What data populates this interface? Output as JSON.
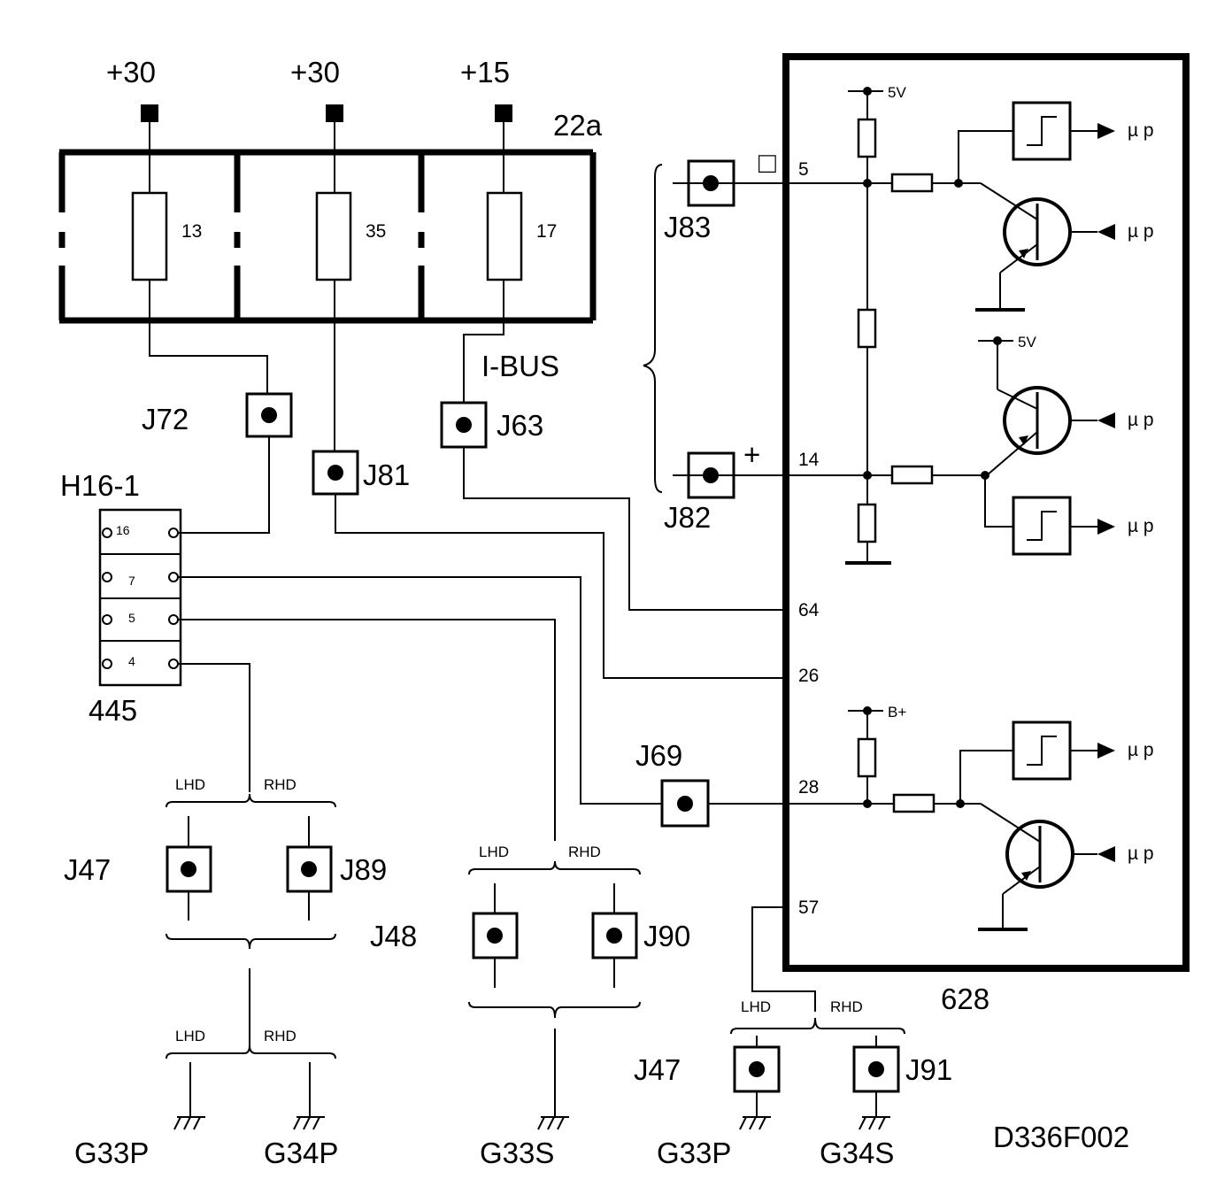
{
  "supply": {
    "v1": "+30",
    "v2": "+30",
    "v3": "+15"
  },
  "fusebox": {
    "label": "22a",
    "fuse1": "13",
    "fuse2": "35",
    "fuse3": "17"
  },
  "bus_label": "I-BUS",
  "connectors": {
    "j72": "J72",
    "j81": "J81",
    "j63": "J63",
    "j83": "J83",
    "j82": "J82",
    "j69": "J69",
    "j47a": "J47",
    "j89": "J89",
    "j48": "J48",
    "j90": "J90",
    "j47b": "J47",
    "j91": "J91"
  },
  "switch_block": {
    "name": "H16-1",
    "number": "445",
    "pins": [
      "16",
      "7",
      "5",
      "4"
    ]
  },
  "module": {
    "number": "628",
    "pins": {
      "p5": "5",
      "p14": "14",
      "p64": "64",
      "p26": "26",
      "p28": "28",
      "p57": "57"
    },
    "supply_5v_a": "5V",
    "supply_5v_b": "5V",
    "supply_bplus": "B+",
    "mu_p": "µ p",
    "polarity_plus": "+",
    "polarity_box": "□"
  },
  "branch": {
    "lhd": "LHD",
    "rhd": "RHD"
  },
  "grounds": {
    "g1": "G33P",
    "g2": "G34P",
    "g3": "G33S",
    "g4": "G33P",
    "g5": "G34S"
  },
  "drawing_id": "D336F002"
}
